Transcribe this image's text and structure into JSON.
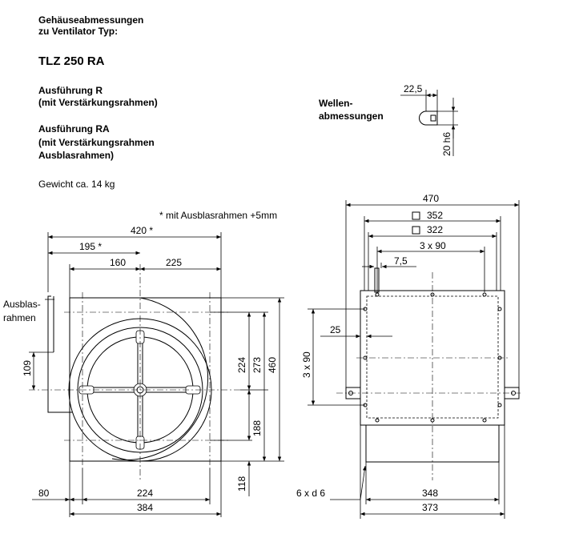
{
  "header": {
    "line1": "Gehäuseabmessungen",
    "line2": "zu Ventilator Typ:",
    "model": "TLZ 250 RA",
    "variant_r_1": "Ausführung R",
    "variant_r_2": "(mit Verstärkungsrahmen)",
    "variant_ra_1": "Ausführung RA",
    "variant_ra_2": "(mit Verstärkungsrahmen",
    "variant_ra_3": "Ausblasrahmen)",
    "weight": "Gewicht ca. 14 kg"
  },
  "shaft": {
    "label1": "Wellen-",
    "label2": "abmessungen",
    "length": "22,5",
    "diameter": "20 h6"
  },
  "front_view": {
    "note": "* mit Ausblasrahmen +5mm",
    "outlet_label1": "Ausblas-",
    "outlet_label2": "rahmen",
    "dim_overall": "420 *",
    "dim_left": "195 *",
    "dim_160": "160",
    "dim_225": "225",
    "dim_224_v": "224",
    "dim_273": "273",
    "dim_460": "460",
    "dim_188": "188",
    "dim_118": "118",
    "dim_109": "109",
    "dim_80": "80",
    "dim_224_h": "224",
    "dim_384": "384"
  },
  "side_view": {
    "dim_470": "470",
    "dim_352": "352",
    "dim_322": "322",
    "dim_3x90_h": "3 x 90",
    "dim_7_5": "7,5",
    "dim_25": "25",
    "dim_3x90_v": "3 x 90",
    "holes": "6 x d 6",
    "dim_348": "348",
    "dim_373": "373"
  }
}
